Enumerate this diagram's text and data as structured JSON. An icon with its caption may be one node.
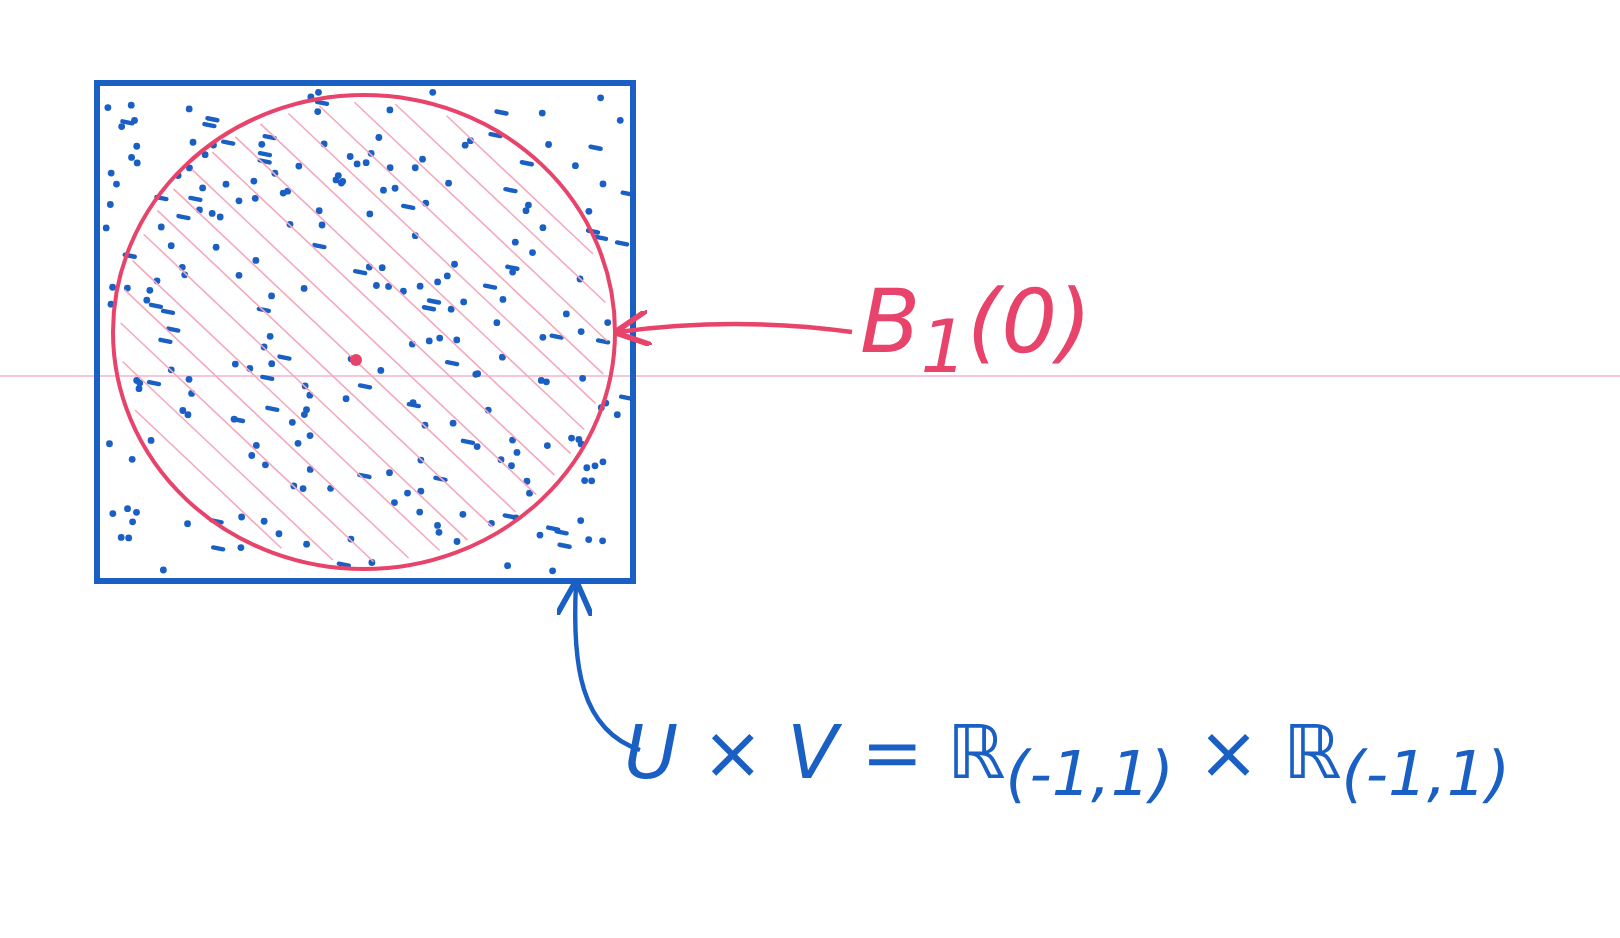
{
  "diagram": {
    "nodes": [
      {
        "text": [],
        "shape": "box"
      },
      {
        "text": [],
        "shape": "circle",
        "in": 0
      },
      {
        "text": [
          "B$_{1}$(0)"
        ]
      },
      {
        "text": [
          "U × V = ℝ$_{(-1,1)}$ × ℝ$_{(-1,1)}$"
        ]
      }
    ],
    "edges": [
      {
        "from": 2,
        "to": 1,
        "arrow": "to",
        "color": "#e8436b"
      },
      {
        "from": 3,
        "to": 0,
        "arrow": "to",
        "color": "#1a5fc4"
      }
    ]
  }
}
